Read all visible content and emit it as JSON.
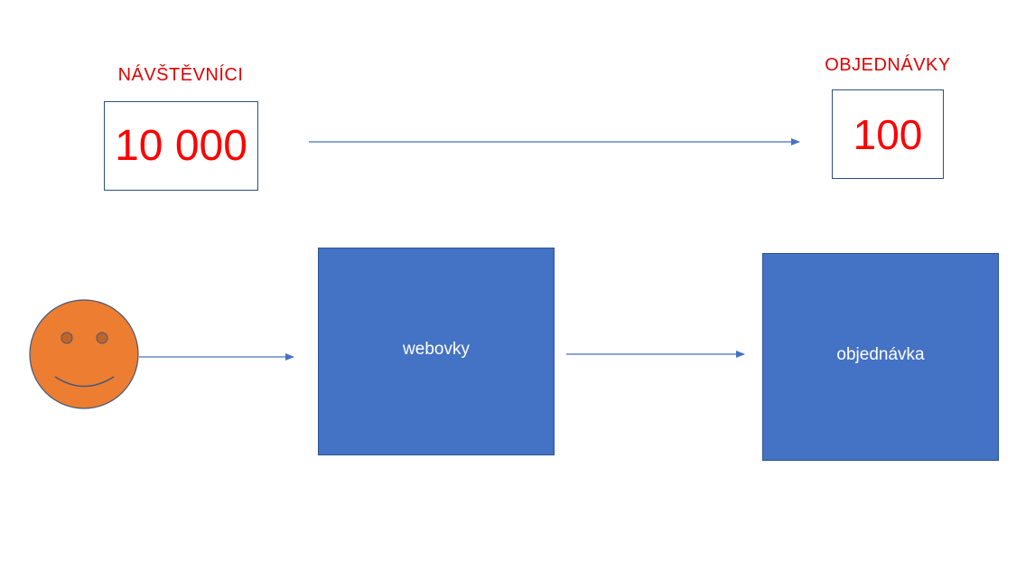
{
  "visitors": {
    "label": "NÁVŠTĚVNÍCI",
    "value": "10 000"
  },
  "orders": {
    "label": "OBJEDNÁVKY",
    "value": "100"
  },
  "flow": {
    "website_label": "webovky",
    "order_label": "objednávka"
  },
  "icons": {
    "visitor": "smiley-face-icon"
  },
  "colors": {
    "label_red": "#e00000",
    "value_red": "#ff0000",
    "box_blue": "#4472c4",
    "box_border": "#2f528f",
    "arrow": "#4472c4",
    "smiley_fill": "#ed7d31",
    "smiley_stroke": "#41577c"
  }
}
